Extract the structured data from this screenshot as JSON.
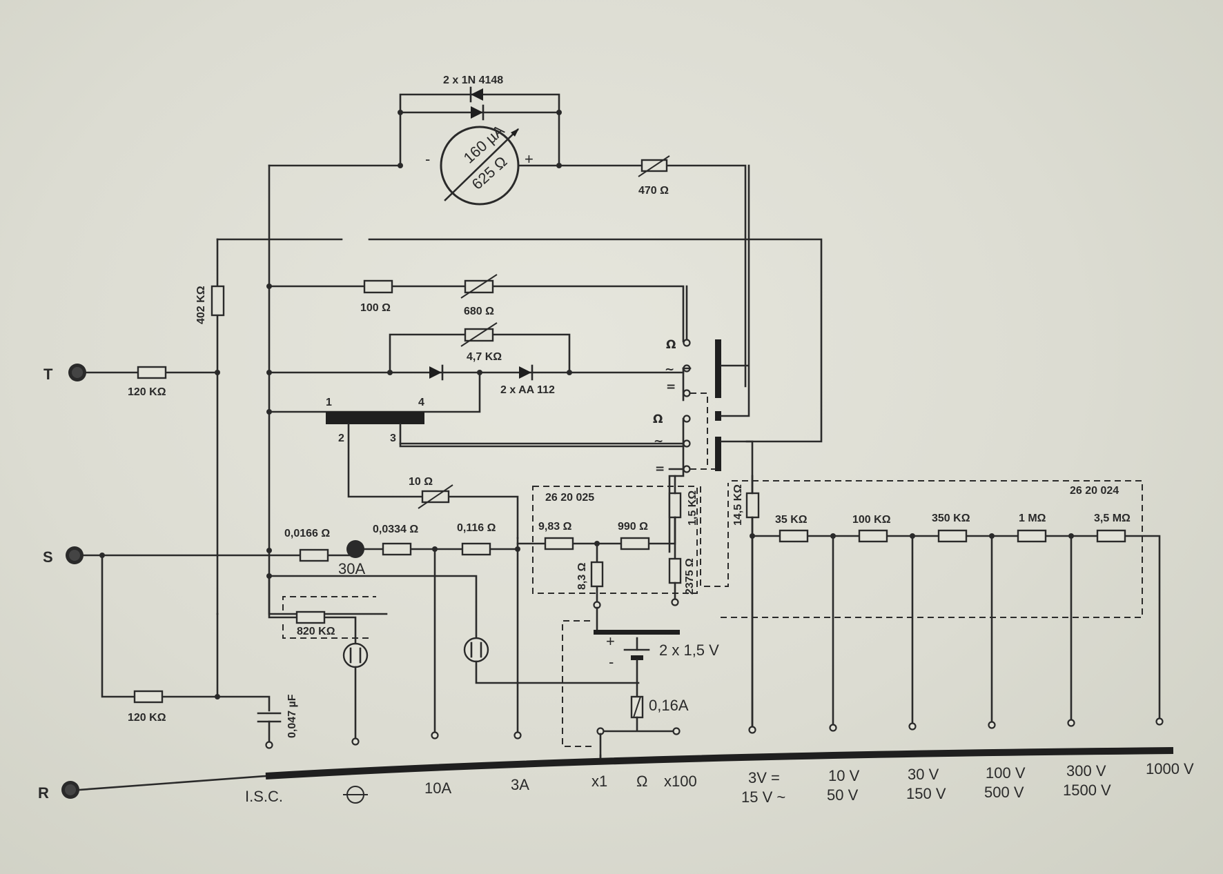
{
  "terminals": {
    "t": "T",
    "s": "S",
    "r": "R"
  },
  "meter": {
    "current": "160 µA",
    "resistance": "625 Ω",
    "minus": "-",
    "plus": "+"
  },
  "components": {
    "diodes_top": "2 x 1N 4148",
    "trim_470": "470 Ω",
    "r_402k": "402 KΩ",
    "r_120k_t": "120 KΩ",
    "r_100": "100 Ω",
    "trim_680": "680 Ω",
    "trim_4k7": "4,7 KΩ",
    "diodes_aa": "2 x AA 112",
    "bridge_pin1": "1",
    "bridge_pin2": "2",
    "bridge_pin3": "3",
    "bridge_pin4": "4",
    "trim_10": "10 Ω",
    "module_a": "26 20 025",
    "module_b": "26 20 024",
    "r_1k5": "1,5 KΩ",
    "r_14k5": "14,5 KΩ",
    "shunt_1": "0,0166 Ω",
    "shunt_2": "0,0334 Ω",
    "shunt_3": "0,116 Ω",
    "r_9_83": "9,83 Ω",
    "r_990": "990 Ω",
    "r_8_3": "8,3 Ω",
    "r_2375": "2375 Ω",
    "r_35k": "35 KΩ",
    "r_100k": "100 KΩ",
    "r_350k": "350 KΩ",
    "r_1m": "1 MΩ",
    "r_3m5": "3,5 MΩ",
    "fuse_30": "30A",
    "r_820k": "820 KΩ",
    "battery": "2 x 1,5 V",
    "battery_plus": "+",
    "battery_minus": "-",
    "fuse_016": "0,16A",
    "r_120k_s": "120 KΩ",
    "cap": "0,047 µF"
  },
  "switch_labels": {
    "ohm_1": "Ω",
    "ac_1": "~",
    "dc_1": "=",
    "ohm_2": "Ω",
    "ac_2": "~",
    "dc_2": "="
  },
  "ranges": {
    "isc": "I.S.C.",
    "a10": "10A",
    "a3": "3A",
    "x1": "x1",
    "ohm": "Ω",
    "x100": "x100",
    "v3": "3V =",
    "v15": "15 V ~",
    "v10": "10 V",
    "v50": "50 V",
    "v30": "30 V",
    "v150": "150 V",
    "v100": "100 V",
    "v500": "500 V",
    "v300": "300 V",
    "v1500": "1500 V",
    "v1000": "1000 V"
  }
}
